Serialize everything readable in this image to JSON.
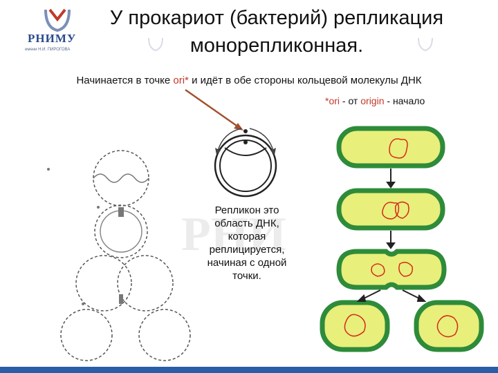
{
  "logo": {
    "name": "РНИМУ",
    "subtitle": "имени Н.И. ПИРОГОВА"
  },
  "title": {
    "line1": "У прокариот (бактерий) репликация",
    "line2": "монорепликонная."
  },
  "subtitle": {
    "before": "Начинается в точке ",
    "ori": "ori*",
    "after": " и идёт в обе стороны кольцевой молекулы ДНК"
  },
  "footnote": {
    "star_ori": "*ori",
    "dash1": " - от ",
    "origin": "origin",
    "dash2": " - начало"
  },
  "replicon": "Репликон это область ДНК, которая реплицируется, начиная с одной точки.",
  "colors": {
    "cell_fill": "#e8ef7a",
    "cell_border": "#2e8b3a",
    "dna_red": "#d42a1c",
    "arrow_brown": "#a0522d",
    "brand_blue": "#2a5da8"
  }
}
